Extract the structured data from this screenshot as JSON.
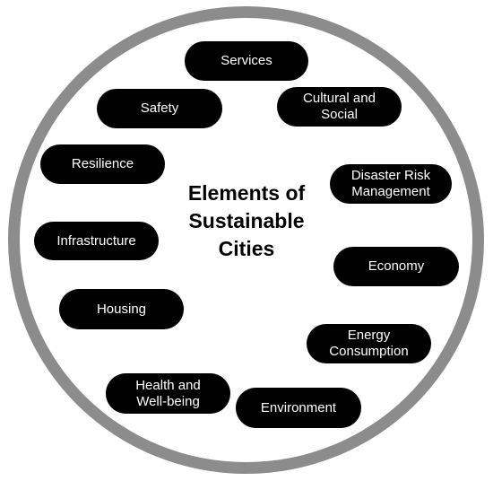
{
  "diagram": {
    "title_lines": [
      "Elements of",
      "Sustainable",
      "Cities"
    ],
    "elements": {
      "services": [
        "Services"
      ],
      "safety": [
        "Safety"
      ],
      "cultural": [
        "Cultural and",
        "Social"
      ],
      "resilience": [
        "Resilience"
      ],
      "disaster": [
        "Disaster Risk",
        "Management"
      ],
      "infrastructure": [
        "Infrastructure"
      ],
      "economy": [
        "Economy"
      ],
      "housing": [
        "Housing"
      ],
      "energy": [
        "Energy",
        "Consumption"
      ],
      "health": [
        "Health and",
        "Well-being"
      ],
      "environment": [
        "Environment"
      ]
    },
    "colors": {
      "ring": "#8c8c8c",
      "pill_fill": "#000000",
      "pill_text": "#ffffff",
      "title_text": "#000000",
      "background": "#ffffff"
    }
  }
}
